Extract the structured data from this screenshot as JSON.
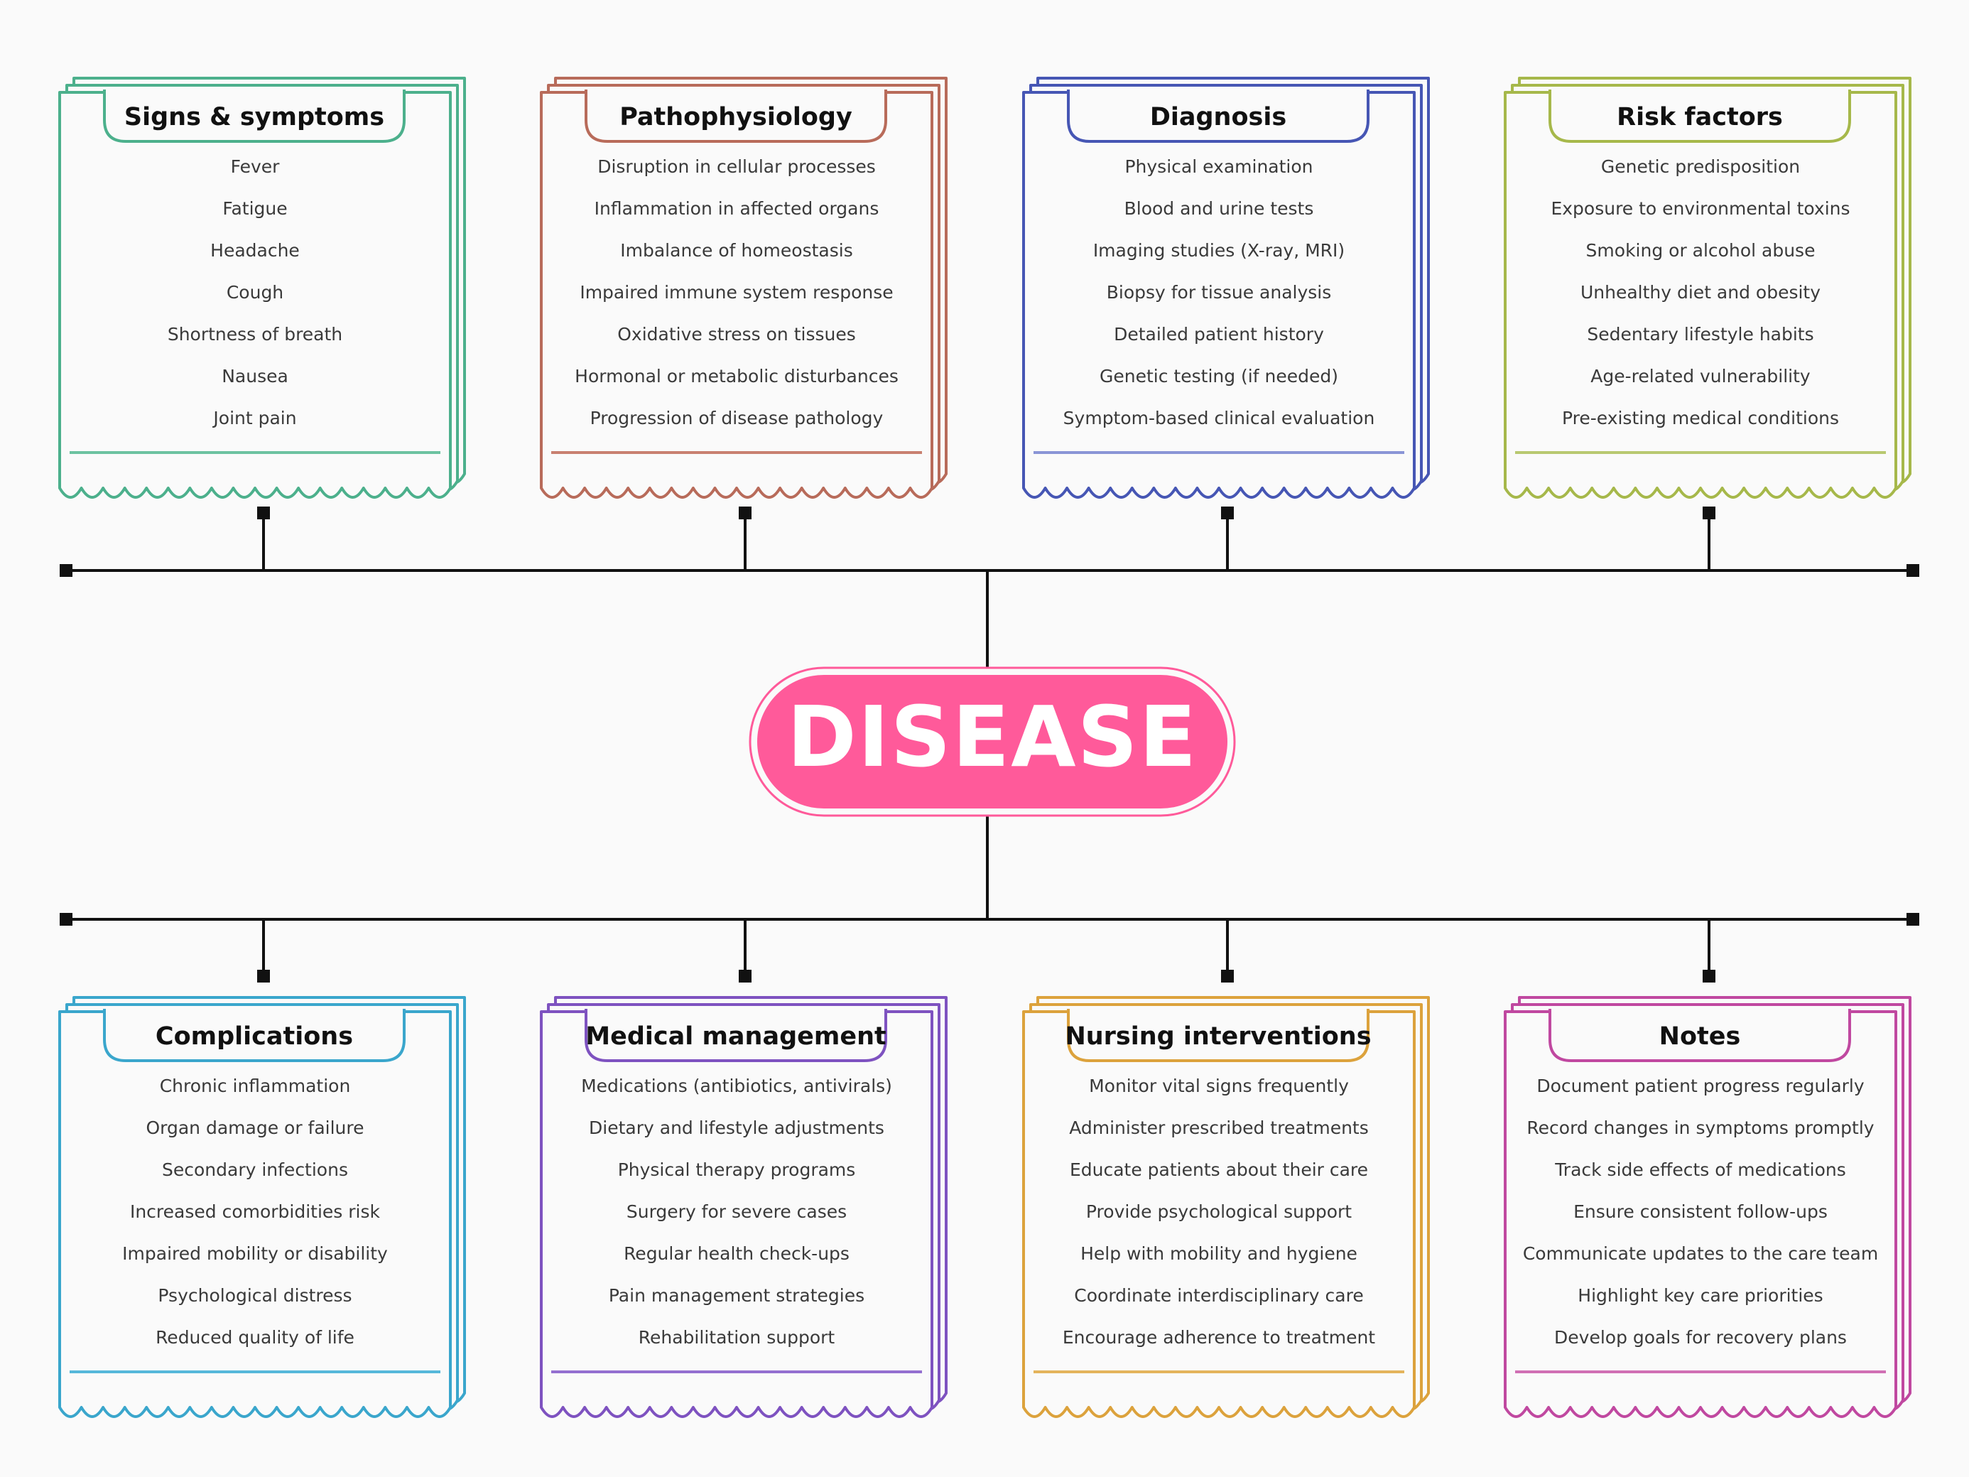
{
  "center": {
    "label": "DISEASE",
    "fill": "#ff5a9a",
    "stroke": "#ff5a9a"
  },
  "line_color": "#111111",
  "cards": [
    {
      "id": "signs",
      "title": "Signs & symptoms",
      "color": "#4cb08c",
      "color_light": "#6cc2a0",
      "items": [
        "Fever",
        "Fatigue",
        "Headache",
        "Cough",
        "Shortness of breath",
        "Nausea",
        "Joint pain"
      ]
    },
    {
      "id": "patho",
      "title": "Pathophysiology",
      "color": "#b86b5a",
      "color_light": "#c88070",
      "items": [
        "Disruption in cellular processes",
        "Inflammation in affected organs",
        "Imbalance of homeostasis",
        "Impaired immune system response",
        "Oxidative stress on tissues",
        "Hormonal or metabolic disturbances",
        "Progression of disease pathology"
      ]
    },
    {
      "id": "diagnosis",
      "title": "Diagnosis",
      "color": "#4656b4",
      "color_light": "#8a95d6",
      "items": [
        "Physical examination",
        "Blood and urine tests",
        "Imaging studies (X-ray, MRI)",
        "Biopsy for tissue analysis",
        "Detailed patient history",
        "Genetic testing (if needed)",
        "Symptom-based clinical evaluation"
      ]
    },
    {
      "id": "risk",
      "title": "Risk factors",
      "color": "#a6b84a",
      "color_light": "#b8c870",
      "items": [
        "Genetic predisposition",
        "Exposure to environmental toxins",
        "Smoking or alcohol abuse",
        "Unhealthy diet and obesity",
        "Sedentary lifestyle habits",
        "Age-related vulnerability",
        "Pre-existing medical conditions"
      ]
    },
    {
      "id": "complications",
      "title": "Complications",
      "color": "#3aa6cc",
      "color_light": "#56b8da",
      "items": [
        "Chronic inflammation",
        "Organ damage or failure",
        "Secondary infections",
        "Increased comorbidities risk",
        "Impaired mobility or disability",
        "Psychological distress",
        "Reduced quality of life"
      ]
    },
    {
      "id": "medical",
      "title": "Medical management",
      "color": "#7e52c0",
      "color_light": "#9470d0",
      "items": [
        "Medications (antibiotics, antivirals)",
        "Dietary and lifestyle adjustments",
        "Physical therapy programs",
        "Surgery for severe cases",
        "Regular health check-ups",
        "Pain management strategies",
        "Rehabilitation support"
      ]
    },
    {
      "id": "nursing",
      "title": "Nursing interventions",
      "color": "#dca23c",
      "color_light": "#e4b45c",
      "items": [
        "Monitor vital signs frequently",
        "Administer prescribed treatments",
        "Educate patients about their care",
        "Provide psychological support",
        "Help with mobility and hygiene",
        "Coordinate interdisciplinary care",
        "Encourage adherence to treatment"
      ]
    },
    {
      "id": "notes",
      "title": "Notes",
      "color": "#c048a0",
      "color_light": "#d070b4",
      "items": [
        "Document patient progress regularly",
        "Record changes in symptoms promptly",
        "Track side effects of medications",
        "Ensure consistent follow-ups",
        "Communicate updates to the care team",
        "Highlight key care priorities",
        "Develop goals for recovery plans"
      ]
    }
  ]
}
